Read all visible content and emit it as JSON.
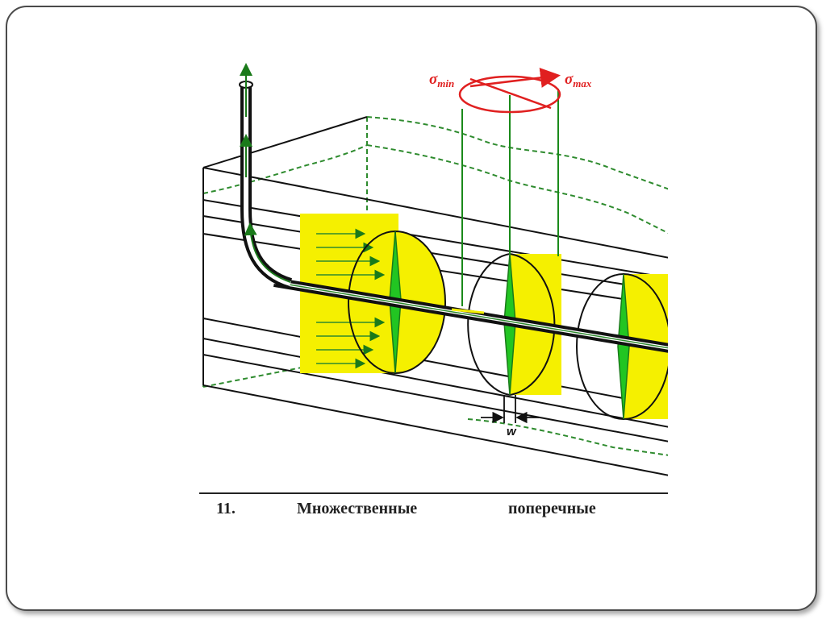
{
  "diagram": {
    "labels": {
      "sigma_min_symbol": "σ",
      "sigma_min_sub": "min",
      "sigma_max_symbol": "σ",
      "sigma_max_sub": "max",
      "fracture_width": "w"
    },
    "caption": {
      "number": "11.",
      "word1": "Множественные",
      "word2": "поперечные"
    },
    "colors": {
      "frame": "#4a4a4a",
      "wellbore": "#111111",
      "flow_arrows": "#1a7a1a",
      "fracture_zone": "#f5f000",
      "fracture_wing": "#22c522",
      "stress_ellipse": "#e02020",
      "dashed_block": "#2e8b2e"
    },
    "icons": {
      "flow_arrow": "green-arrow-icon",
      "stress_arrow": "red-arrow-icon"
    }
  }
}
